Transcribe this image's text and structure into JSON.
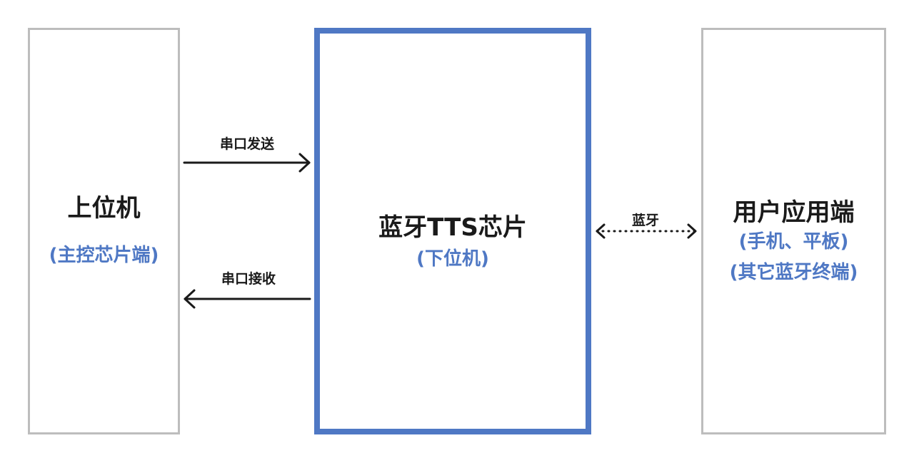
{
  "nodes": {
    "host": {
      "title": "上位机",
      "subtitle": "(主控芯片端)"
    },
    "chip": {
      "title": "蓝牙TTS芯片",
      "subtitle": "(下位机)"
    },
    "user": {
      "title": "用户应用端",
      "subtitle_line1": "(手机、平板)",
      "subtitle_line2": "(其它蓝牙终端)"
    }
  },
  "edges": {
    "serial_send": "串口发送",
    "serial_receive": "串口接收",
    "bluetooth": "蓝牙"
  },
  "colors": {
    "accent": "#4f78c4",
    "border_gray": "#bdbdbd",
    "text": "#1a1a1a"
  }
}
